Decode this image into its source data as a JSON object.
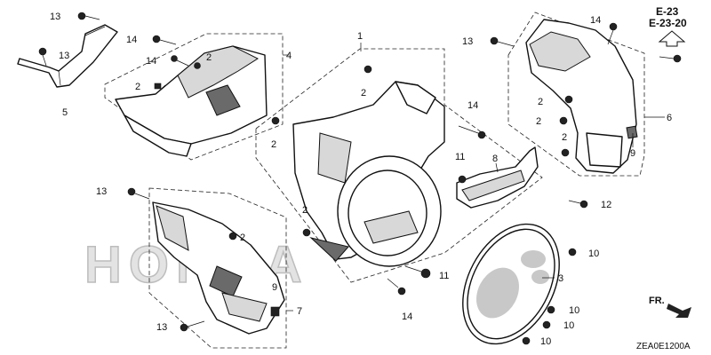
{
  "references": {
    "primary": "E-23",
    "secondary": "E-23-20"
  },
  "direction_label": "FR.",
  "drawing_code": "ZEA0E1200A",
  "watermark": "HONDA",
  "callouts": {
    "n1": "1",
    "n2": "2",
    "n3": "3",
    "n4": "4",
    "n5": "5",
    "n6": "6",
    "n7": "7",
    "n8": "8",
    "n9": "9",
    "n10": "10",
    "n11": "11",
    "n12": "12",
    "n13": "13",
    "n14": "14"
  }
}
